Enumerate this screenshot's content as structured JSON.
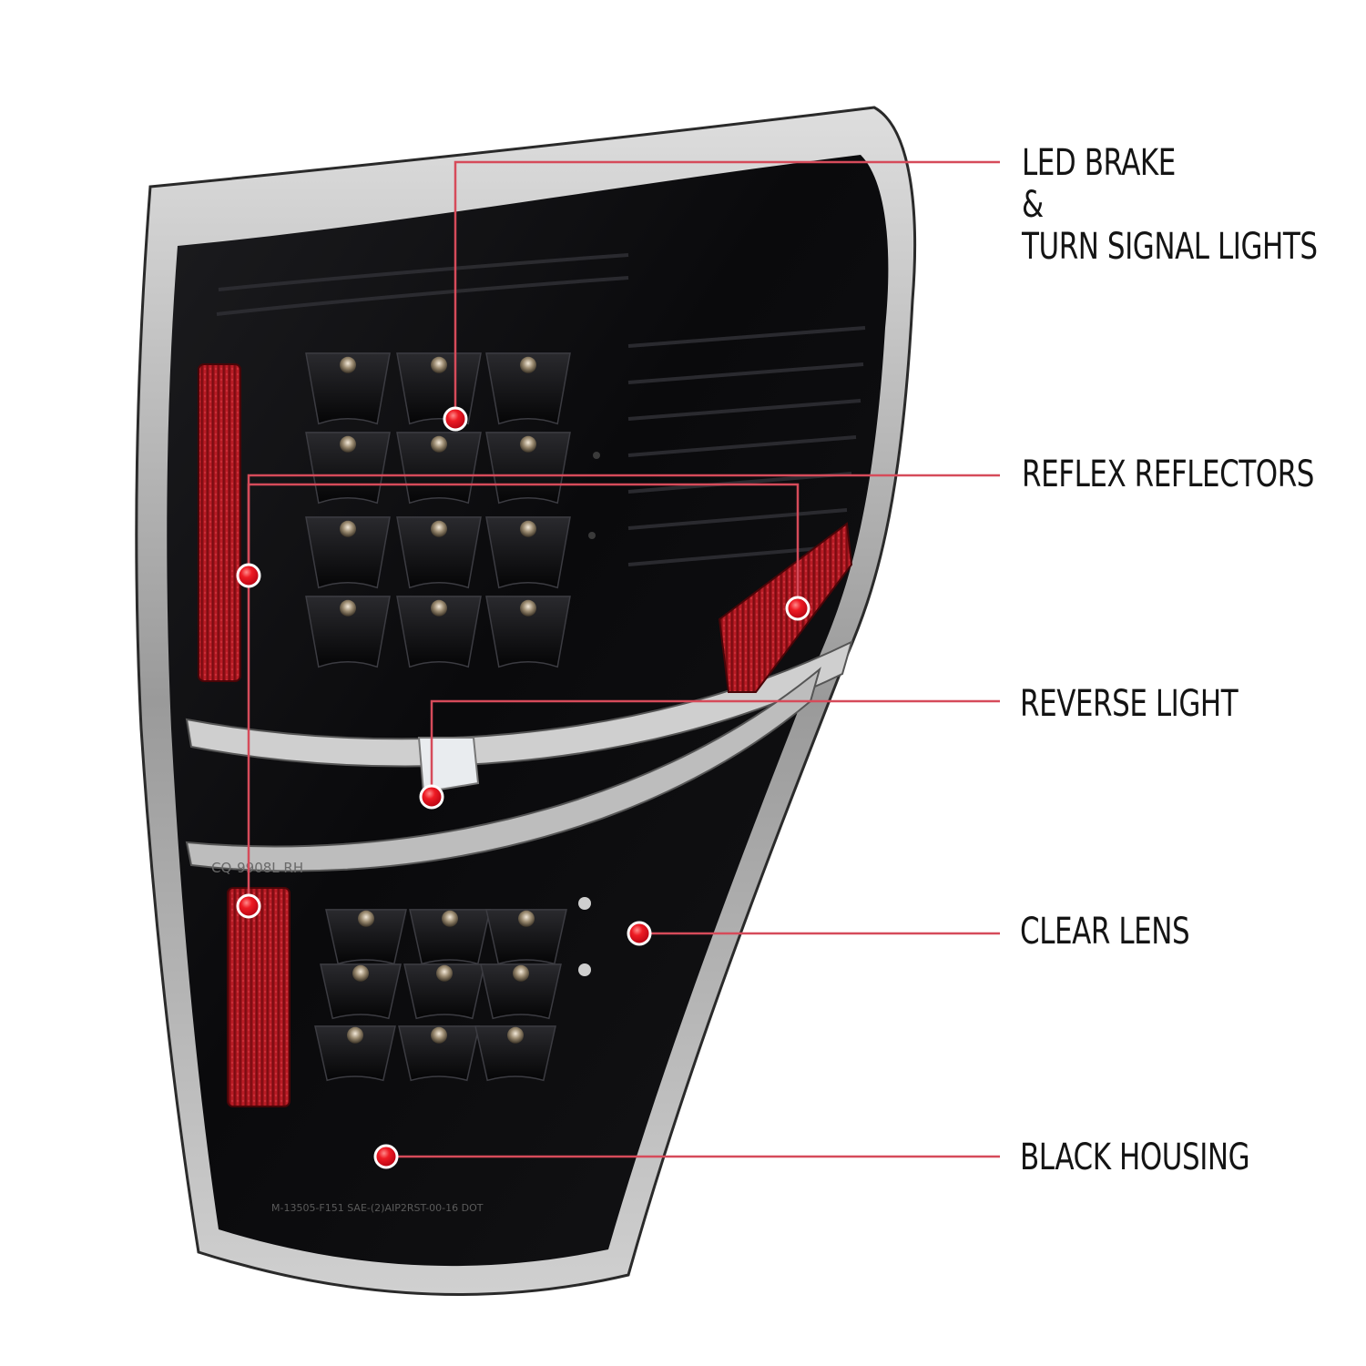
{
  "callouts": {
    "led_brake": {
      "line1": "LED BRAKE",
      "line2": "&",
      "line3": "TURN SIGNAL LIGHTS"
    },
    "reflex_reflectors": "REFLEX REFLECTORS",
    "reverse_light": "REVERSE LIGHT",
    "clear_lens": "CLEAR LENS",
    "black_housing": "BLACK HOUSING"
  },
  "lens_text": {
    "upper_marking": "CQ-9908L  RH",
    "bottom_marking": "M-13505-F151  SAE-(2)AIP2RST-00-16  DOT"
  },
  "colors": {
    "callout_line": "#d64b5a",
    "callout_dot": "#e8141c",
    "housing": "#0b0b0d",
    "reflector": "#b0121a",
    "text": "#141414"
  }
}
